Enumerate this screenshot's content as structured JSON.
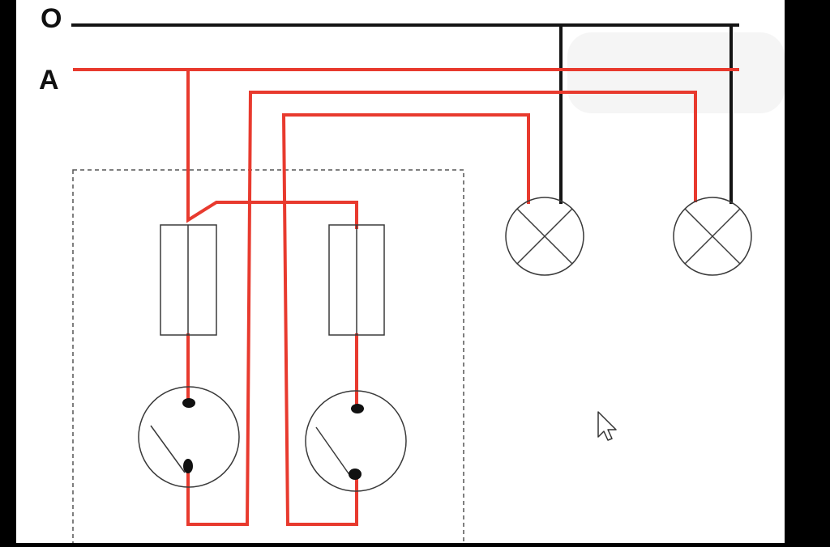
{
  "diagram": {
    "line_labels": {
      "neutral": "O",
      "phase": "A"
    },
    "colors": {
      "background": "#000000",
      "panel": "#ffffff",
      "phase_wire": "#e83a2e",
      "neutral_wire": "#141414",
      "component_stroke": "#3a3a3a",
      "board_outline": "#555555"
    },
    "components": {
      "fuses": 2,
      "switches": 2,
      "lamps": 2
    }
  }
}
